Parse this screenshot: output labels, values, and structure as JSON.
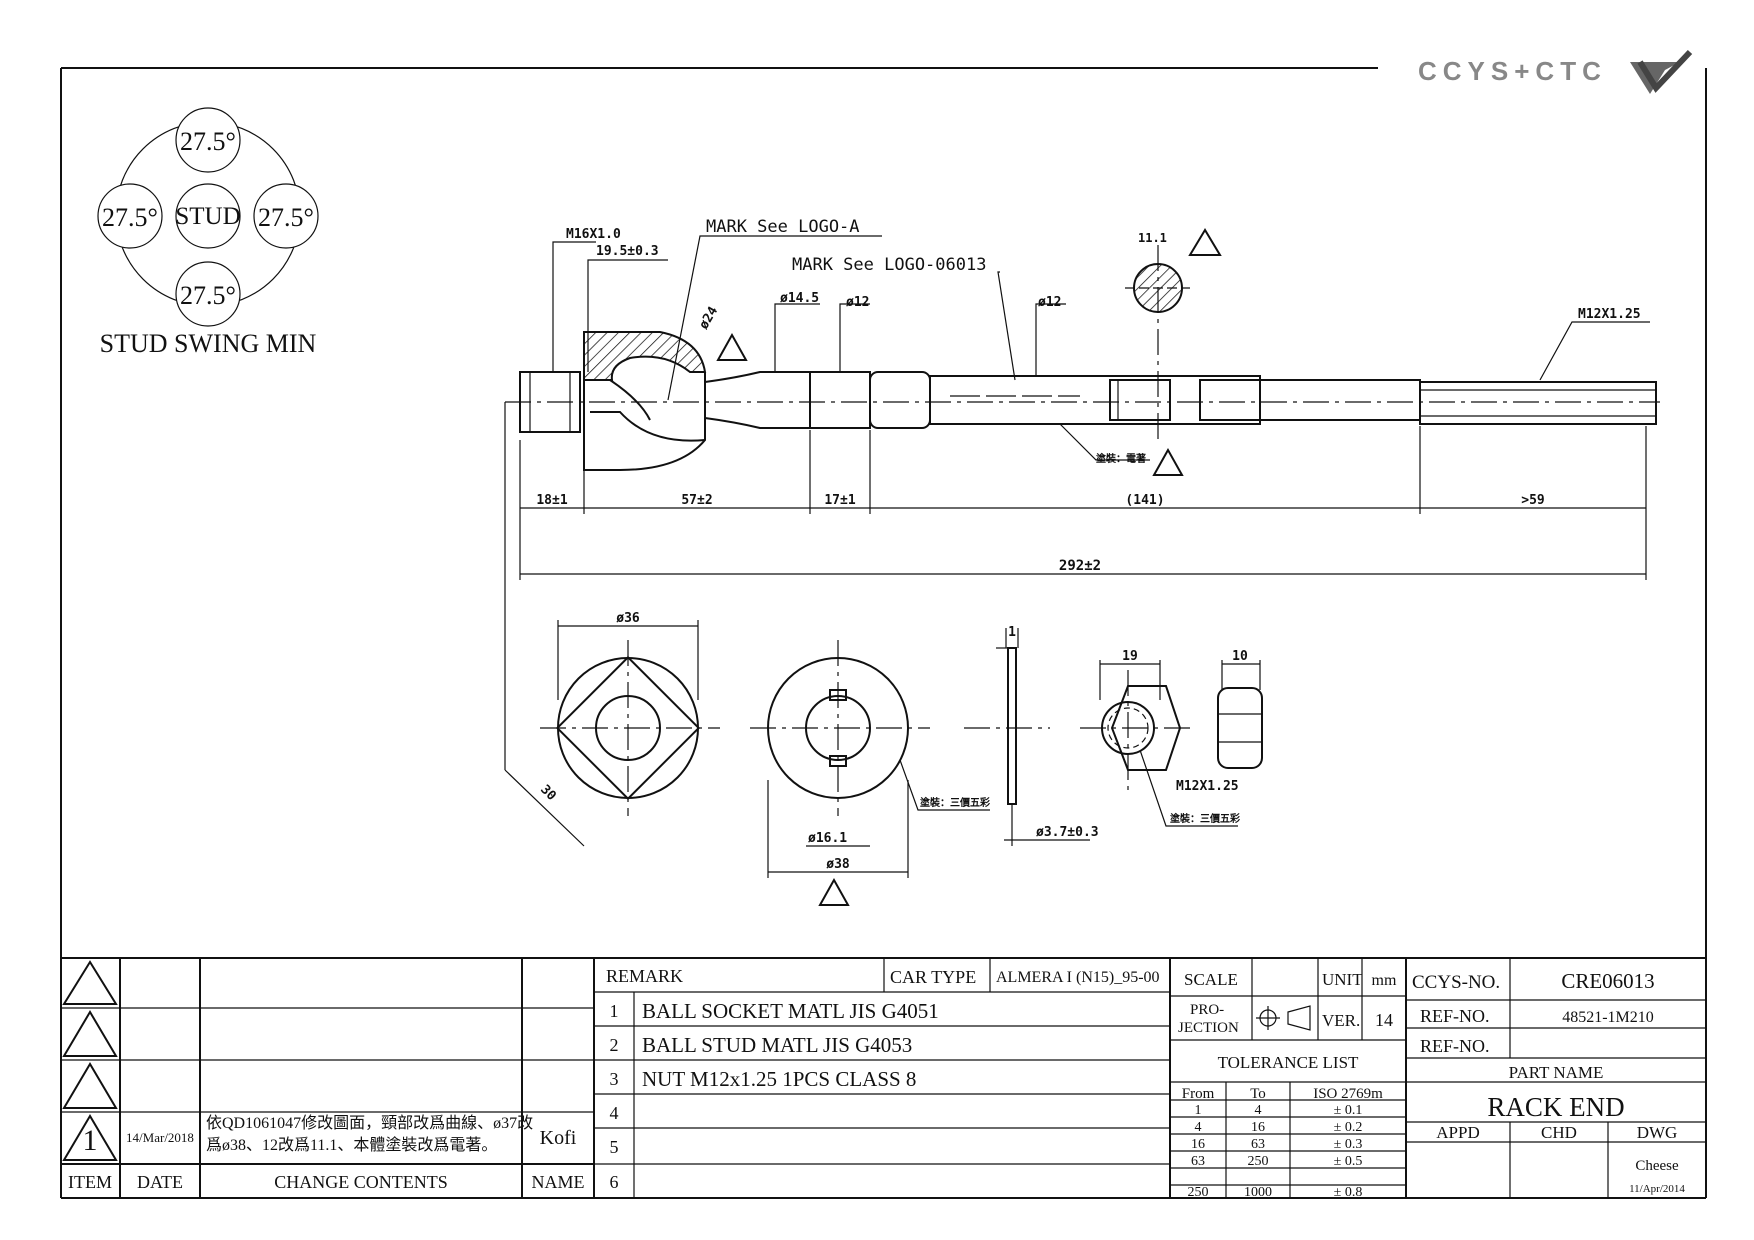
{
  "logo": {
    "text": "CCYS+CTC"
  },
  "swing": {
    "top": "27.5°",
    "left": "27.5°",
    "center": "STUD",
    "right": "27.5°",
    "bottom": "27.5°",
    "caption": "STUD SWING MIN"
  },
  "dims": {
    "m16": "M16X1.0",
    "d195": "19.5±0.3",
    "mark_a": "MARK See LOGO-A",
    "mark_b": "MARK See LOGO-06013",
    "phi24": "ø24",
    "phi145": "ø14.5",
    "phi12a": "ø12",
    "phi12b": "ø12",
    "d111": "11.1",
    "m12": "M12X1.25",
    "coat_note": "塗裝：電著",
    "d18": "18±1",
    "d57": "57±2",
    "d17": "17±1",
    "d141": "(141)",
    "d59": ">59",
    "d292": "292±2",
    "phi36": "ø36",
    "d30": "30",
    "phi161": "ø16.1",
    "phi38": "ø38",
    "coat_note2": "塗裝：三價五彩",
    "d1": "1",
    "phi37": "ø3.7±0.3",
    "d19": "19",
    "d10": "10",
    "m12b": "M12X1.25",
    "coat_note3": "塗裝：三價五彩"
  },
  "revisions": {
    "rows": [
      {
        "item": "",
        "date": "",
        "content": "",
        "name": ""
      },
      {
        "item": "",
        "date": "",
        "content": "",
        "name": ""
      },
      {
        "item": "",
        "date": "",
        "content": "",
        "name": ""
      },
      {
        "item": "1",
        "date": "14/Mar/2018",
        "content_line1": "依QD1061047修改圖面，頸部改爲曲線、ø37改",
        "content_line2": "爲ø38、12改爲11.1、本體塗裝改爲電著。",
        "name": "Kofi"
      }
    ],
    "headers": {
      "item": "ITEM",
      "date": "DATE",
      "content": "CHANGE CONTENTS",
      "name": "NAME"
    }
  },
  "remarks": {
    "header": "REMARK",
    "car_type_label": "CAR TYPE",
    "car_type": "ALMERA I (N15)_95-00",
    "items": [
      {
        "no": "1",
        "text": "BALL SOCKET MATL JIS G4051"
      },
      {
        "no": "2",
        "text": "BALL STUD MATL JIS G4053"
      },
      {
        "no": "3",
        "text": "NUT M12x1.25 1PCS CLASS 8"
      },
      {
        "no": "4",
        "text": ""
      },
      {
        "no": "5",
        "text": ""
      },
      {
        "no": "6",
        "text": ""
      }
    ]
  },
  "title_block": {
    "scale_label": "SCALE",
    "scale_value": "",
    "unit_label": "UNIT",
    "unit_value": "mm",
    "projection_label_1": "PRO-",
    "projection_label_2": "JECTION",
    "ver_label": "VER.",
    "ver_value": "14",
    "tolerance_title": "TOLERANCE LIST",
    "tol_headers": {
      "from": "From",
      "to": "To",
      "iso": "ISO 2769m"
    },
    "tolerances": [
      {
        "from": "1",
        "to": "4",
        "tol": "± 0.1"
      },
      {
        "from": "4",
        "to": "16",
        "tol": "± 0.2"
      },
      {
        "from": "16",
        "to": "63",
        "tol": "± 0.3"
      },
      {
        "from": "63",
        "to": "250",
        "tol": "± 0.5"
      },
      {
        "from": "250",
        "to": "1000",
        "tol": "± 0.8"
      }
    ],
    "ccys_label": "CCYS-NO.",
    "ccys_value": "CRE06013",
    "ref1_label": "REF-NO.",
    "ref1_value": "48521-1M210",
    "ref2_label": "REF-NO.",
    "ref2_value": "",
    "part_name_label": "PART NAME",
    "part_name": "RACK END",
    "appd": "APPD",
    "chd": "CHD",
    "dwg": "DWG",
    "dwg_name": "Cheese",
    "dwg_date": "11/Apr/2014"
  }
}
